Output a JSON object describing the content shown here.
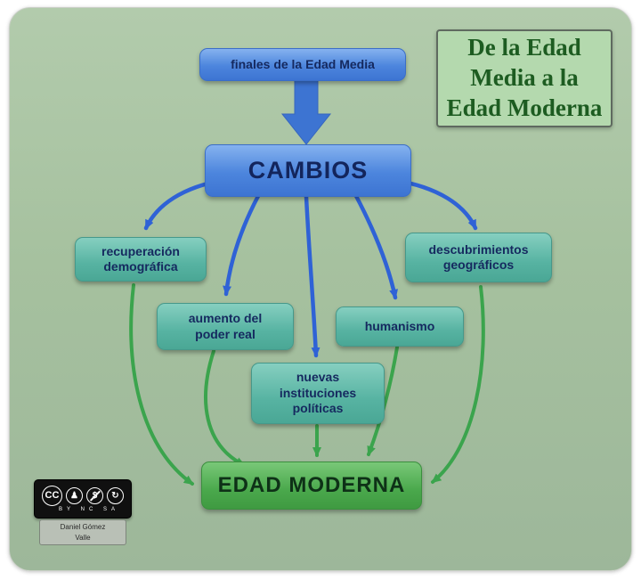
{
  "title_box": {
    "text": "De la Edad\nMedia a la\nEdad Moderna"
  },
  "nodes": {
    "start": {
      "label": "finales de la Edad Media"
    },
    "cambios": {
      "label": "CAMBIOS"
    },
    "recuperacion": {
      "label": "recuperación\ndemográfica"
    },
    "aumento": {
      "label": "aumento del\npoder real"
    },
    "nuevas": {
      "label": "nuevas\ninstituciones\npolíticas"
    },
    "humanismo": {
      "label": "humanismo"
    },
    "descubrimientos": {
      "label": "descubrimientos\ngeográficos"
    },
    "moderna": {
      "label": "EDAD MODERNA"
    }
  },
  "license": {
    "cc_label": "CC",
    "by_glyph": "♟",
    "nc_glyph": "$",
    "sa_glyph": "↻",
    "tags": "BY NC SA",
    "author": "Daniel Gómez\nValle"
  },
  "colors": {
    "panel_green": "#a6c19f",
    "box_blue": "#4c85dd",
    "box_teal": "#57b3a2",
    "box_green": "#4aa84c",
    "arrow_blue": "#2f62d6",
    "arrow_green": "#3ba44d",
    "node_text": "#15295f",
    "title_text": "#1d5c21"
  }
}
